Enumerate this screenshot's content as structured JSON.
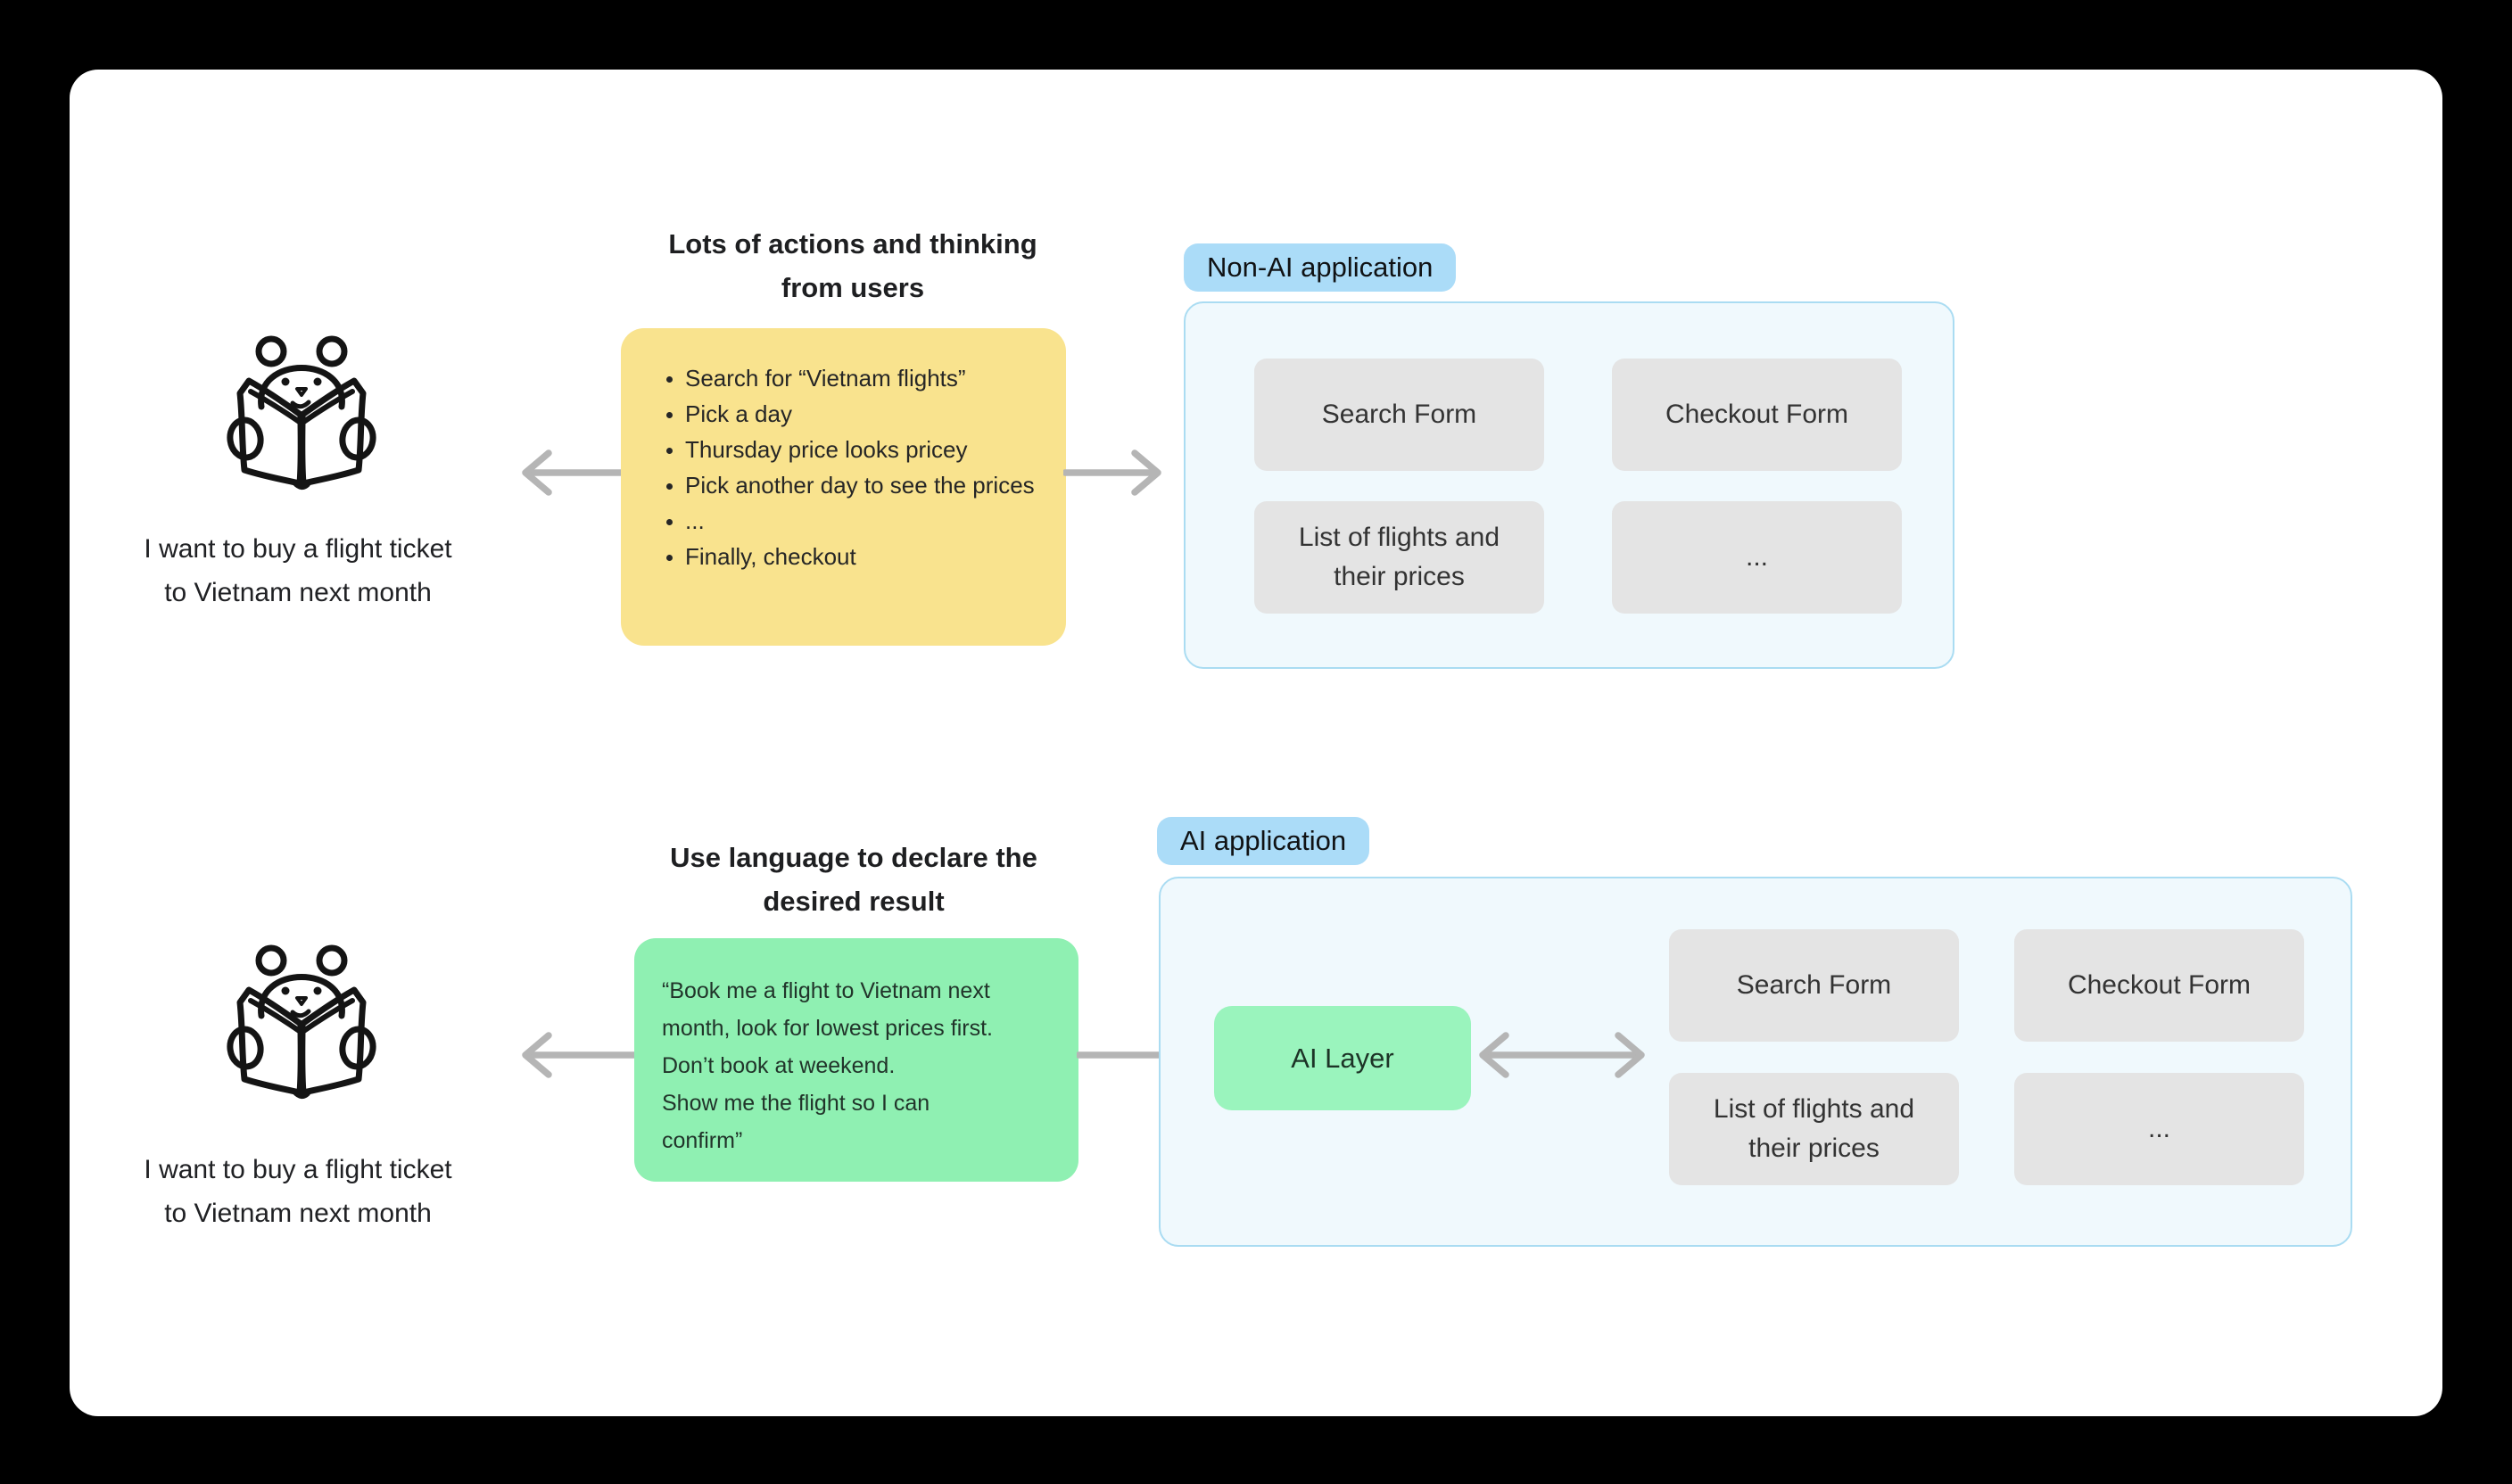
{
  "colors": {
    "background": "#000000",
    "card": "#ffffff",
    "note_yellow": "#f9e38e",
    "quote_green": "#8ff0b2",
    "ai_layer_green": "#9af4bd",
    "badge_blue": "#abdcf8",
    "panel_fill": "#f0f9fd",
    "panel_border": "#aadcf2",
    "module_gray": "#e4e4e4",
    "arrow_gray": "#b5b5b5",
    "text_ink": "#1e1f21"
  },
  "top_flow": {
    "header": "Lots of actions and thinking\nfrom users",
    "user_caption": "I want to buy a flight ticket\nto Vietnam next month",
    "note_items": [
      "Search for “Vietnam flights”",
      "Pick a day",
      "Thursday price looks pricey",
      "Pick another day to see the prices",
      "...",
      "Finally, checkout"
    ],
    "app_badge": "Non-AI application",
    "modules": [
      "Search Form",
      "Checkout Form",
      "List of flights and\ntheir prices",
      "..."
    ]
  },
  "bottom_flow": {
    "header": "Use language to declare the\ndesired result",
    "user_caption": "I want to buy a flight ticket\nto Vietnam next month",
    "quote": "“Book me a flight to Vietnam next\nmonth, look for lowest prices first.\nDon’t book at weekend.\nShow me the flight so I can\nconfirm”",
    "ai_layer_label": "AI Layer",
    "app_badge": "AI application",
    "modules": [
      "Search Form",
      "Checkout Form",
      "List of flights and\ntheir prices",
      "..."
    ]
  }
}
